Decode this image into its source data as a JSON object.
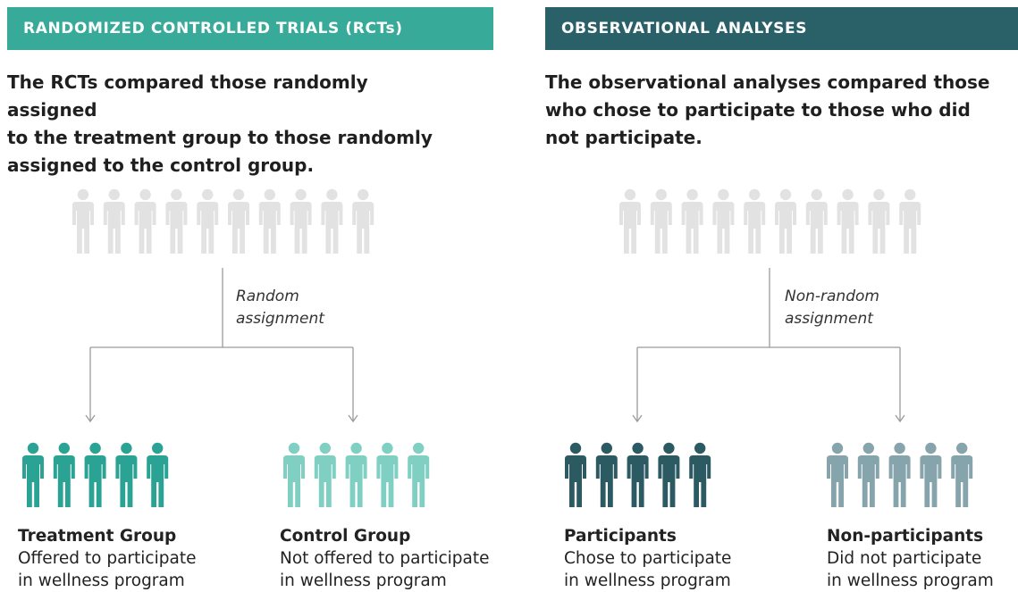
{
  "colors": {
    "rct_banner": "#37aa9a",
    "obs_banner": "#2a6068",
    "crowd": "#e2e2e2",
    "treatment": "#2aa394",
    "control": "#7fd0c3",
    "participants": "#2c5a62",
    "non_participants": "#86a4ab",
    "connector": "#9a9a9a"
  },
  "icons": {
    "person": "person-icon",
    "arrow": "arrow-down-icon"
  },
  "rct": {
    "banner": "RANDOMIZED CONTROLLED TRIALS (RCTs)",
    "intro": [
      "The RCTs compared those randomly assigned",
      "to the treatment group to those randomly",
      "assigned to the control group."
    ],
    "crowd_count": 10,
    "assignment": [
      "Random",
      "assignment"
    ],
    "groups": [
      {
        "title": "Treatment Group",
        "line1": "Offered to participate",
        "line2": "in wellness program",
        "count": 5
      },
      {
        "title": "Control Group",
        "line1": "Not offered to participate",
        "line2": "in wellness program",
        "count": 5
      }
    ]
  },
  "obs": {
    "banner": "OBSERVATIONAL ANALYSES",
    "intro": [
      "The observational analyses compared those",
      "who chose to participate to those who did",
      "not participate."
    ],
    "crowd_count": 10,
    "assignment": [
      "Non-random",
      "assignment"
    ],
    "groups": [
      {
        "title": "Participants",
        "line1": "Chose to participate",
        "line2": "in wellness program",
        "count": 5
      },
      {
        "title": "Non-participants",
        "line1": "Did not participate",
        "line2": "in wellness program",
        "count": 5
      }
    ]
  }
}
